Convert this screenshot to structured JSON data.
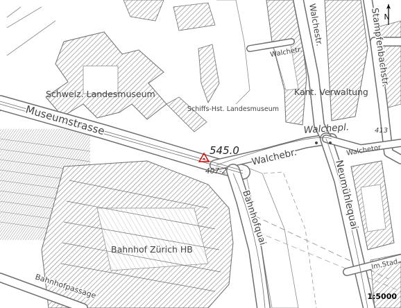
{
  "map": {
    "street_labels": {
      "museumstrasse": "Museumstrasse",
      "walchebr": "Walchebr.",
      "walchepl": "Walchepl.",
      "walchestr": "Walchestr.",
      "walchetr_top": "Walchetr.",
      "walchetor": "Walchetor",
      "neumuehlequai": "Neumühlequai",
      "bahnhofquai": "Bahnhofquai",
      "stampfenbachstr": "Stampfenbachstr.",
      "bahnhofpassage": "Bahnhofpassage",
      "im_stad": "Im Stad",
      "road_code": "407-2",
      "house_number": "413"
    },
    "place_labels": {
      "landesmuseum": "Schweiz. Landesmuseum",
      "schiffs_hst": "Schiffs-Hst. Landesmuseum",
      "kant_verwaltung": "Kant. Verwaltung",
      "bahnhof": "Bahnhof Zürich HB"
    },
    "spot_height": "545.0",
    "scale": "1:5000",
    "north_letter": "N",
    "colors": {
      "hatch": "#8a8a8a",
      "road_casing": "#6e6e6e",
      "marker": "#e00000"
    },
    "icons": {
      "north_arrow": "north-arrow-icon",
      "survey_marker": "triangle-marker-icon"
    }
  }
}
